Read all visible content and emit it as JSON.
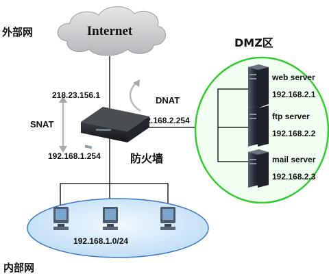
{
  "zones": {
    "external": "外部网",
    "internal": "内部网",
    "dmz": "DMZ区"
  },
  "internet": {
    "label": "Internet"
  },
  "firewall": {
    "label": "防火墙",
    "wan_ip": "218.23.156.1",
    "lan_ip": "192.168.1.254",
    "dmz_ip": "192.168.2.254"
  },
  "nat": {
    "snat": "SNAT",
    "dnat": "DNAT"
  },
  "servers": [
    {
      "name": "web server",
      "ip": "192.168.2.1"
    },
    {
      "name": "ftp server",
      "ip": "192.168.2.2"
    },
    {
      "name": "mail server",
      "ip": "192.168.2.3"
    }
  ],
  "lan": {
    "subnet": "192.168.1.0/24"
  },
  "colors": {
    "cloud": "#c7c9cc",
    "dmz_ring": "#33cc33",
    "dmz_fill": "#f0fff0",
    "lan_fill": "#cfe5f7",
    "lan_ring": "#3a78c8",
    "arrow": "#b8b8b8"
  }
}
